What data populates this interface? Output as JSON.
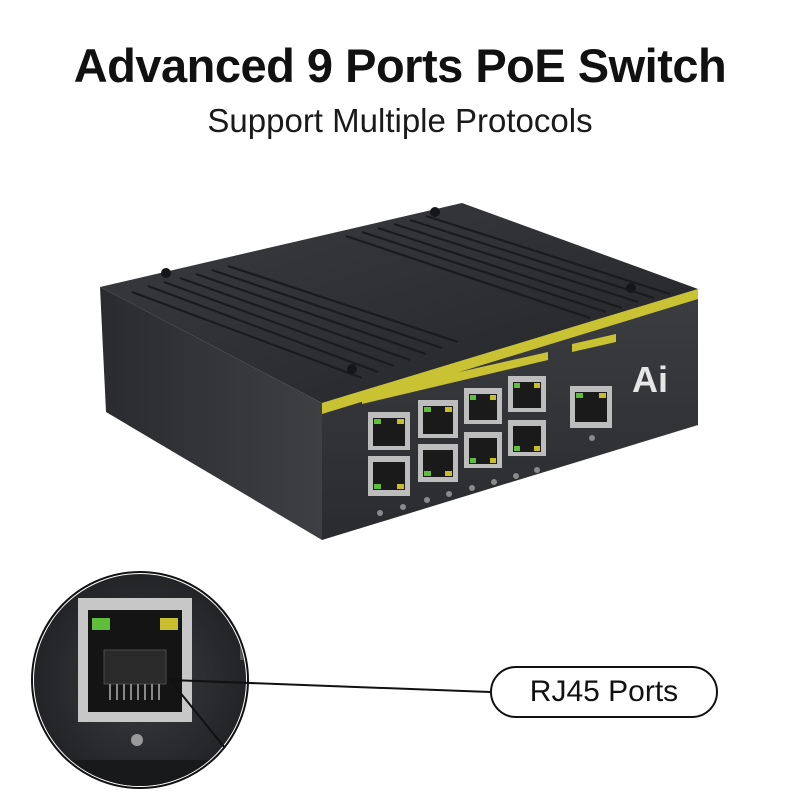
{
  "header": {
    "title": "Advanced 9 Ports PoE Switch",
    "subtitle": "Support Multiple Protocols"
  },
  "device": {
    "brand_mark": "Ai",
    "port_count": 9,
    "colors": {
      "body": "#2f3134",
      "accent_stripe": "#c9c232",
      "port_led_green": "#5fbf3a",
      "port_led_yellow": "#c8bd2a"
    }
  },
  "callout": {
    "label": "RJ45 Ports"
  }
}
